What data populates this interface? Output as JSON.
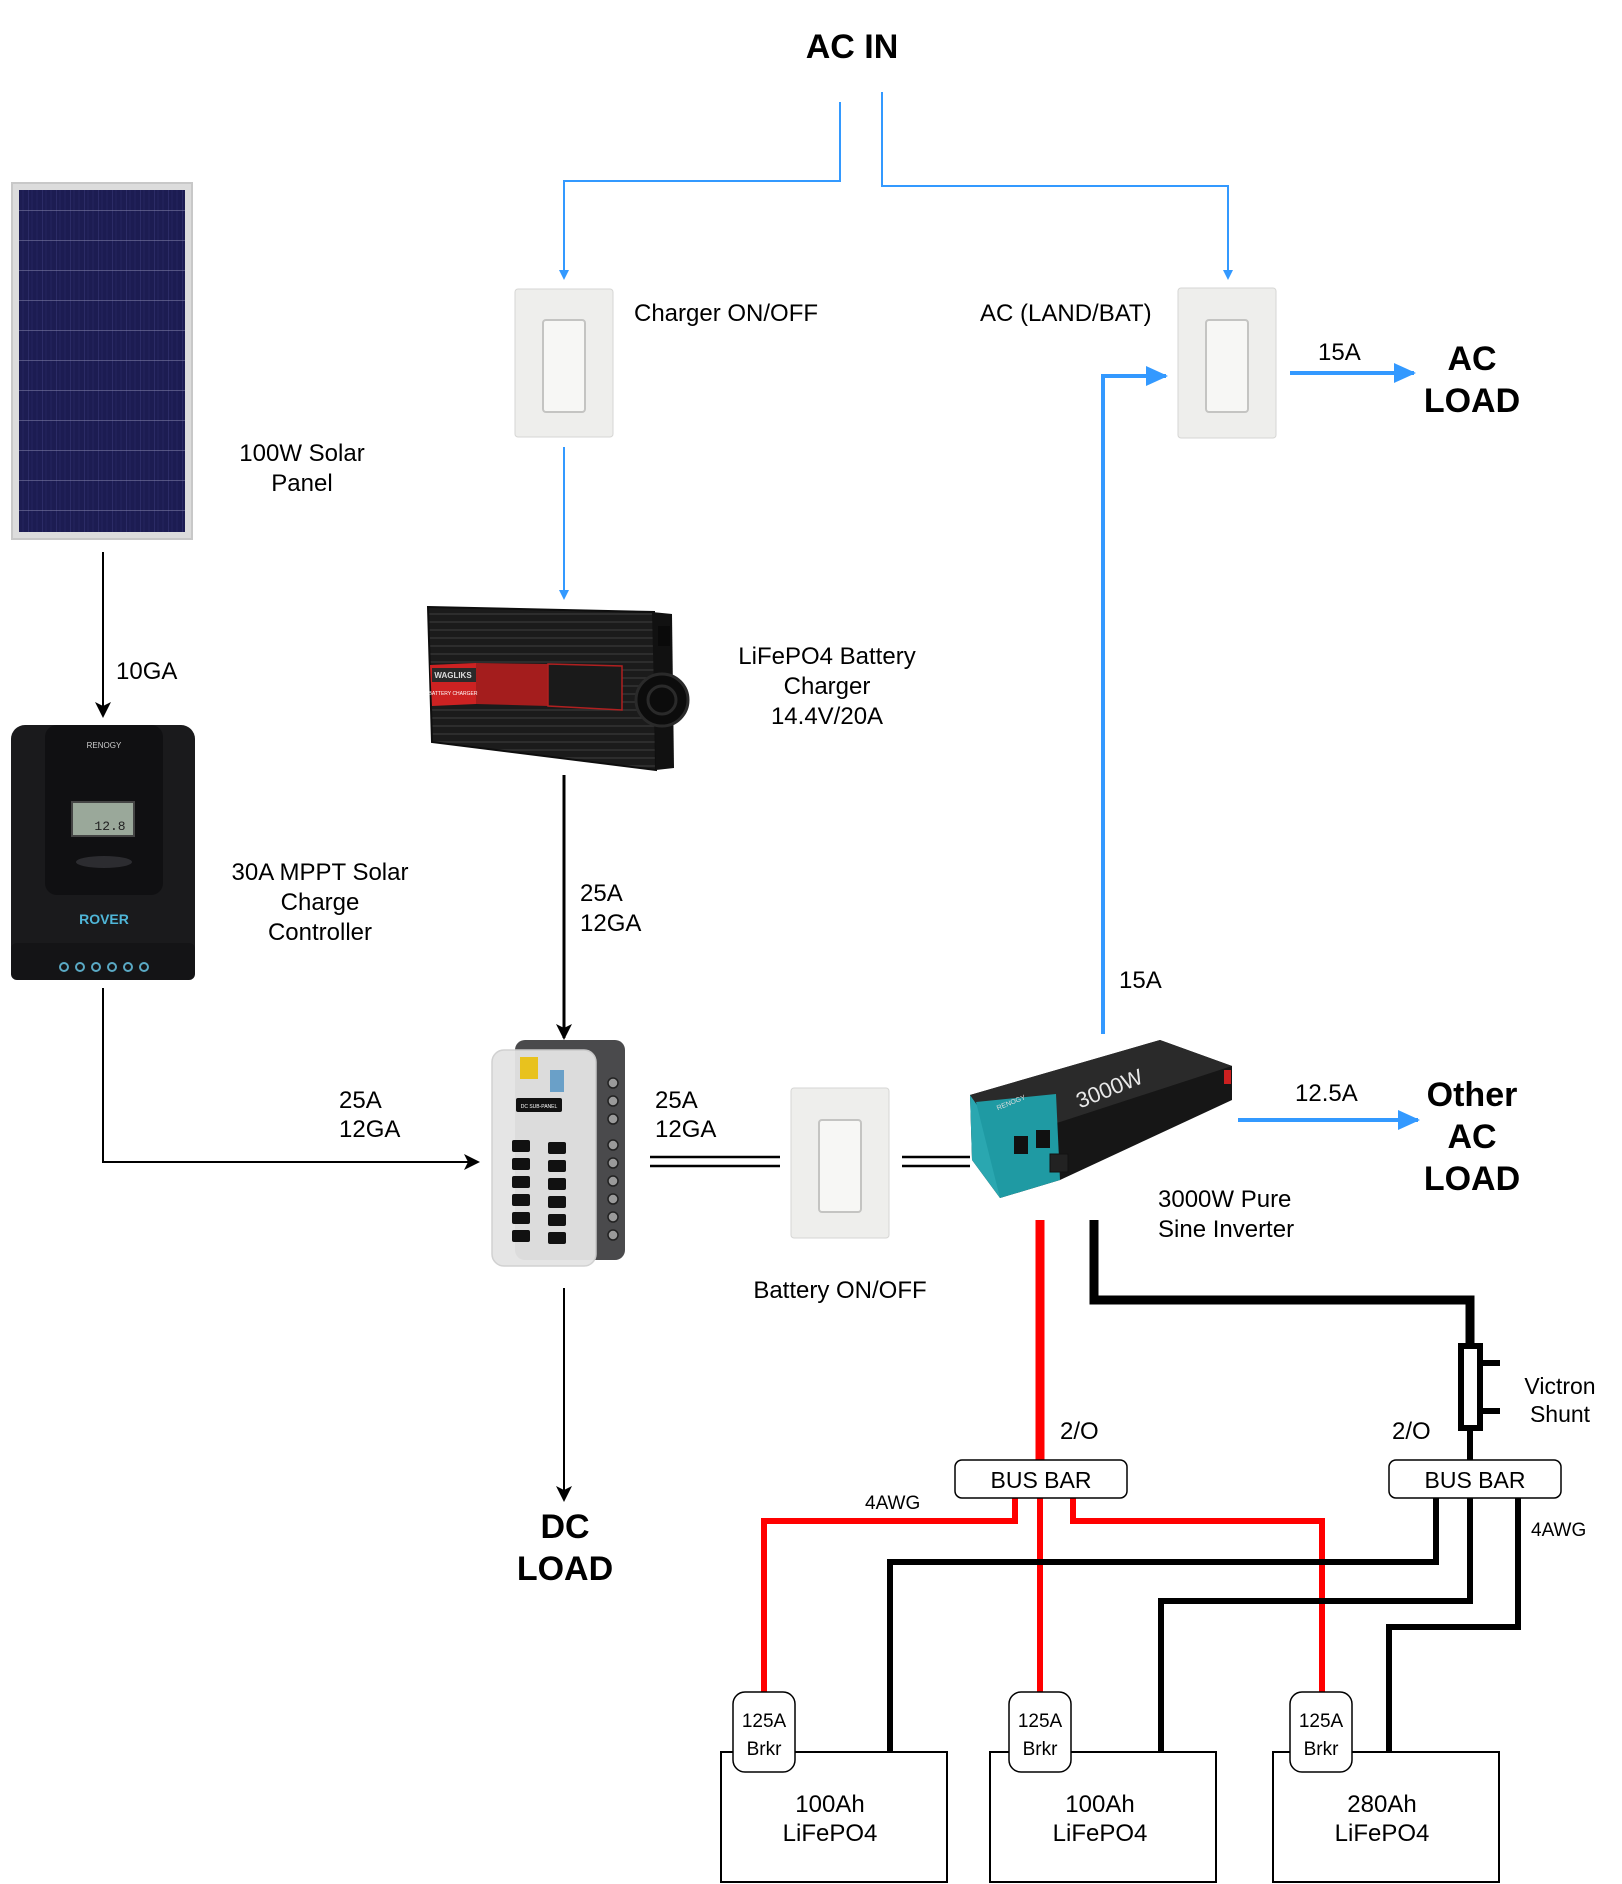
{
  "title": "AC IN",
  "colors": {
    "ac_wire": "#3399ff",
    "dc_wire": "#000000",
    "positive": "#ff0000",
    "negative": "#000000"
  },
  "components": {
    "solar_panel": {
      "label_line1": "100W Solar",
      "label_line2": "Panel"
    },
    "mppt": {
      "label_line1": "30A MPPT Solar",
      "label_line2": "Charge",
      "label_line3": "Controller",
      "brand": "RENOGY",
      "model": "ROVER",
      "display": "12.8"
    },
    "charger_switch": {
      "label": "Charger ON/OFF"
    },
    "ac_switch": {
      "label": "AC (LAND/BAT)"
    },
    "battery_charger": {
      "label_line1": "LiFePO4 Battery",
      "label_line2": "Charger",
      "label_line3": "14.4V/20A",
      "brand": "WAGLIKS",
      "sticker": "BATTERY CHARGER"
    },
    "fuse_block": {
      "panel_label": "DC SUB-PANEL"
    },
    "battery_switch": {
      "label": "Battery ON/OFF"
    },
    "inverter": {
      "label_line1": "3000W Pure",
      "label_line2": "Sine Inverter",
      "badge": "3000W",
      "brand": "RENOGY"
    },
    "shunt": {
      "label_line1": "Victron",
      "label_line2": "Shunt"
    },
    "bus_bar_pos": {
      "label": "BUS BAR"
    },
    "bus_bar_neg": {
      "label": "BUS BAR"
    },
    "batteries": [
      {
        "line1": "100Ah",
        "line2": "LiFePO4",
        "breaker_line1": "125A",
        "breaker_line2": "Brkr"
      },
      {
        "line1": "100Ah",
        "line2": "LiFePO4",
        "breaker_line1": "125A",
        "breaker_line2": "Brkr"
      },
      {
        "line1": "280Ah",
        "line2": "LiFePO4",
        "breaker_line1": "125A",
        "breaker_line2": "Brkr"
      }
    ]
  },
  "loads": {
    "ac_load": {
      "line1": "AC",
      "line2": "LOAD"
    },
    "other_ac_load": {
      "line1": "Other",
      "line2": "AC",
      "line3": "LOAD"
    },
    "dc_load": {
      "line1": "DC",
      "line2": "LOAD"
    }
  },
  "wire_labels": {
    "solar_to_mppt": "10GA",
    "charger_to_fuse_amp": "25A",
    "charger_to_fuse_gauge": "12GA",
    "mppt_to_fuse_amp": "25A",
    "mppt_to_fuse_gauge": "12GA",
    "fuse_to_switch_amp": "25A",
    "fuse_to_switch_gauge": "12GA",
    "ac_switch_to_load": "15A",
    "inverter_to_ac_switch": "15A",
    "inverter_to_other_load": "12.5A",
    "pos_main": "2/O",
    "neg_main": "2/O",
    "pos_branch": "4AWG",
    "neg_branch": "4AWG"
  }
}
